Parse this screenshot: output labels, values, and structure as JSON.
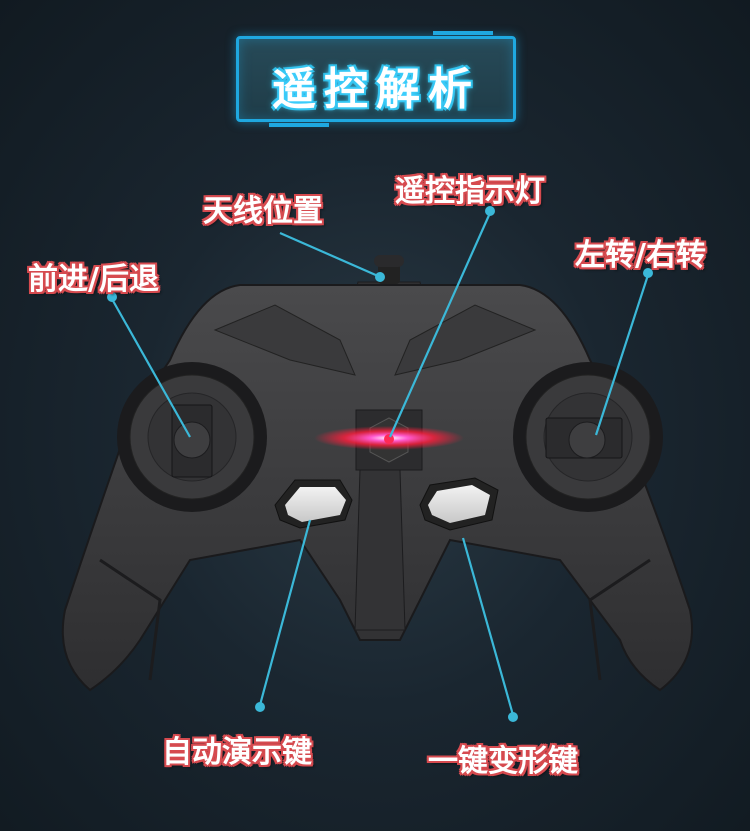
{
  "header": {
    "title": "遥控解析"
  },
  "labels": {
    "antenna": "天线位置",
    "indicator": "遥控指示灯",
    "forward_back": "前进/后退",
    "left_right": "左转/右转",
    "auto_demo": "自动演示键",
    "one_key_transform": "一键变形键"
  },
  "colors": {
    "background": "#1a2630",
    "title_border": "#1fa8e0",
    "label_outline": "#d64a4f",
    "pointer_line": "#3bb8d8",
    "controller_body": "#3c3c3e",
    "indicator_light": "#ff2a55"
  }
}
